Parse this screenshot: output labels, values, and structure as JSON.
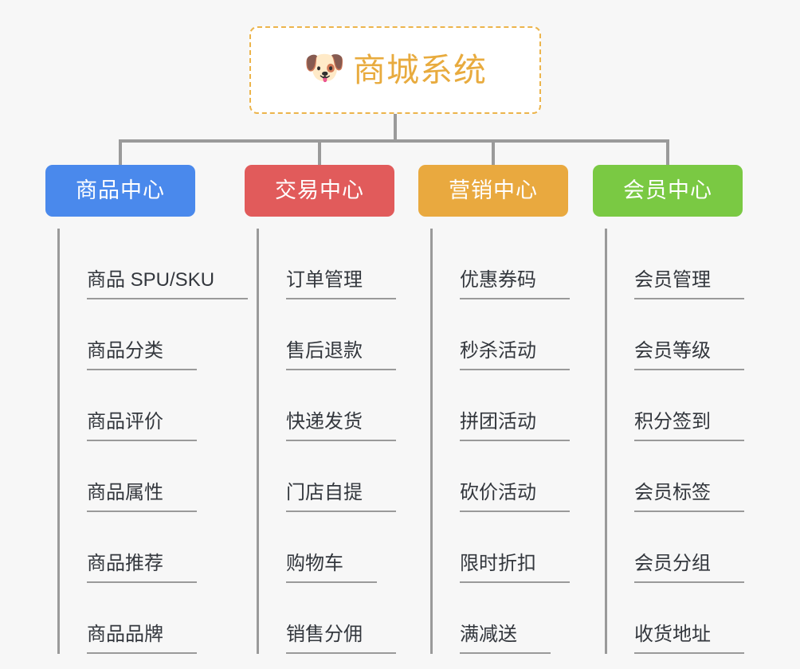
{
  "page": {
    "background_color": "#f7f7f7",
    "line_color": "#9a9a9a",
    "leaf_text_color": "#33373d"
  },
  "root": {
    "icon": "dog-face-emoji",
    "icon_glyph": "🐶",
    "title": "商城系统",
    "title_color": "#e8ab3e",
    "border_color": "#ecb44b",
    "background_color": "#ffffff"
  },
  "columns": [
    {
      "id": "product-center",
      "header": "商品中心",
      "color": "#4a89ec",
      "items": [
        "商品 SPU/SKU",
        "商品分类",
        "商品评价",
        "商品属性",
        "商品推荐",
        "商品品牌"
      ]
    },
    {
      "id": "trade-center",
      "header": "交易中心",
      "color": "#e15b5b",
      "items": [
        "订单管理",
        "售后退款",
        "快递发货",
        "门店自提",
        "购物车",
        "销售分佣"
      ]
    },
    {
      "id": "marketing-center",
      "header": "营销中心",
      "color": "#e9a93f",
      "items": [
        "优惠券码",
        "秒杀活动",
        "拼团活动",
        "砍价活动",
        "限时折扣",
        "满减送"
      ]
    },
    {
      "id": "member-center",
      "header": "会员中心",
      "color": "#7ac943",
      "items": [
        "会员管理",
        "会员等级",
        "积分签到",
        "会员标签",
        "会员分组",
        "收货地址"
      ]
    }
  ]
}
